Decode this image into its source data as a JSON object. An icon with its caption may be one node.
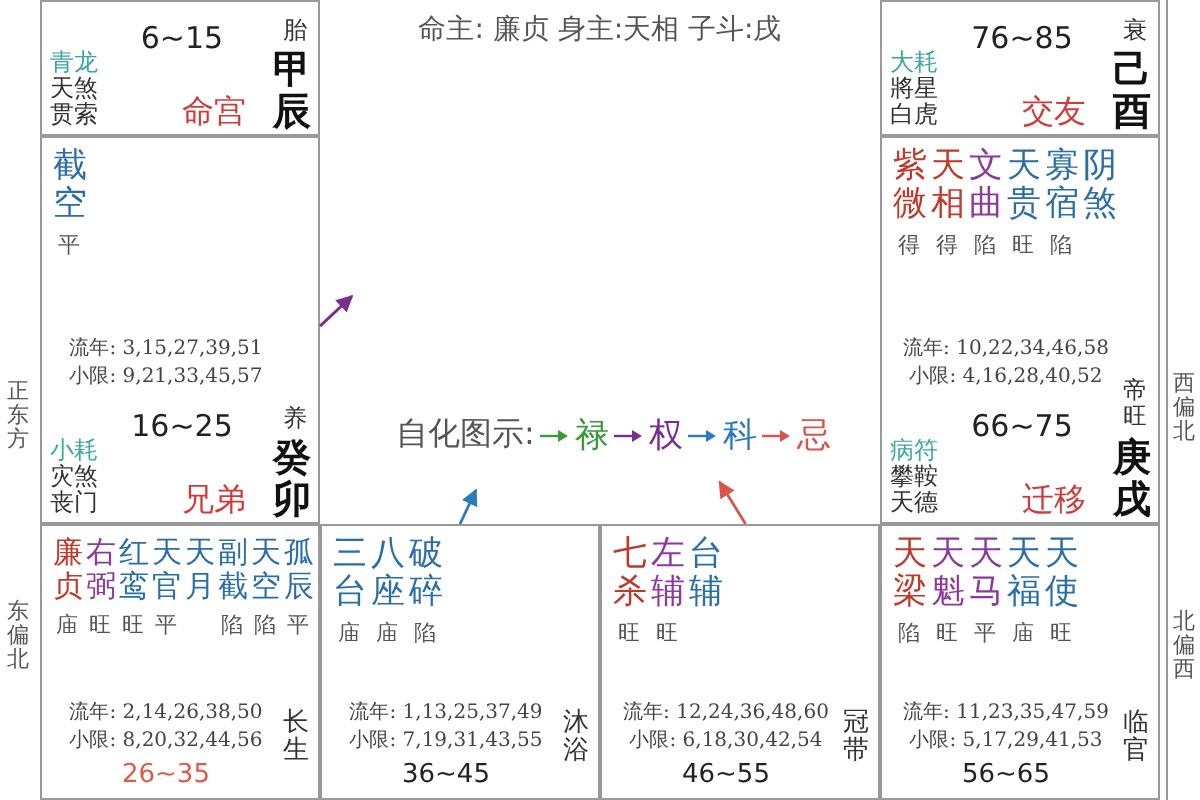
{
  "diagram": {
    "title": "命主: 廉贞 身主:天相 子斗:戌",
    "nodes": [
      {
        "text": [
          "6~15",
          "青龙",
          "天煞",
          "贯索",
          "命宫",
          "胎",
          "甲辰"
        ]
      },
      {
        "text": [
          "76~85",
          "大耗",
          "將星",
          "白虎",
          "交友",
          "衰",
          "己酉"
        ]
      },
      {
        "text": [
          "截空",
          "平",
          "流年: 3,15,27,39,51",
          "小限: 9,21,33,45,57",
          "16~25",
          "小耗",
          "灾煞",
          "丧门",
          "兄弟",
          "养",
          "癸卯"
        ]
      },
      {
        "text": [
          "紫微",
          "天相",
          "文曲",
          "天贵",
          "寡宿",
          "阴煞",
          "得",
          "得",
          "陷",
          "旺",
          "陷",
          "流年: 10,22,34,46,58",
          "小限: 4,16,28,40,52",
          "帝旺",
          "66~75",
          "病符",
          "攀鞍",
          "天德",
          "迁移",
          "庚戌"
        ]
      },
      {
        "text": [
          "廉贞",
          "右弼",
          "红鸾",
          "天官",
          "天月",
          "副截",
          "天空",
          "孤辰",
          "庙",
          "旺",
          "旺",
          "平",
          "陷",
          "陷",
          "平",
          "流年: 2,14,26,38,50",
          "小限: 8,20,32,44,56",
          "长生",
          "26~35"
        ]
      },
      {
        "text": [
          "三台",
          "八座",
          "破碎",
          "庙",
          "庙",
          "陷",
          "流年: 1,13,25,37,49",
          "小限: 7,19,31,43,55",
          "沐浴",
          "36~45"
        ]
      },
      {
        "text": [
          "七杀",
          "左辅",
          "台辅",
          "旺",
          "旺",
          "流年: 12,24,36,48,60",
          "小限: 6,18,30,42,54",
          "冠带",
          "46~55"
        ]
      },
      {
        "text": [
          "天梁",
          "天魁",
          "天马",
          "天福",
          "天使",
          "陷",
          "旺",
          "平",
          "庙",
          "旺",
          "流年: 11,23,35,47,59",
          "小限: 5,17,29,41,53",
          "临官",
          "56~65"
        ]
      }
    ],
    "edges": [
      {
        "from": 2,
        "to": null,
        "arrow": "to",
        "color": "#7b2d8e"
      },
      {
        "from": 5,
        "to": null,
        "arrow": "to",
        "color": "#2b7bbf"
      },
      {
        "from": 6,
        "to": null,
        "arrow": "to",
        "color": "#d9534f"
      }
    ],
    "labels": [
      "正东方",
      "西偏北",
      "自化图示:",
      "东偏北",
      "北偏西"
    ],
    "legend": [
      {
        "text": "禄",
        "color": "#3a9a3a"
      },
      {
        "text": "权",
        "color": "#7b2d8e"
      },
      {
        "text": "科",
        "color": "#2b7bbf"
      },
      {
        "text": "忌",
        "color": "#d9534f"
      }
    ]
  }
}
